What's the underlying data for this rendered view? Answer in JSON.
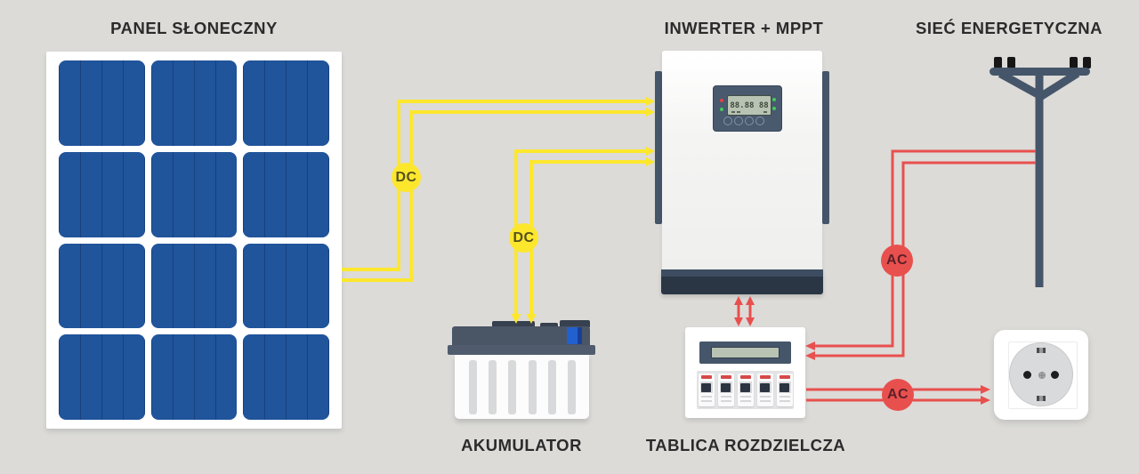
{
  "labels": {
    "panel": "PANEL SŁONECZNY",
    "inverter": "INWERTER + MPPT",
    "grid": "SIEĆ ENERGETYCZNA",
    "battery": "AKUMULATOR",
    "board": "TABLICA ROZDZIELCZA"
  },
  "badges": {
    "dc_panel_to_inverter": "DC",
    "dc_battery_to_inverter": "DC",
    "ac_grid_to_board": "AC",
    "ac_board_to_socket": "AC"
  },
  "inverter": {
    "display_digits": "88.88 88"
  },
  "colors": {
    "background": "#dcdbd8",
    "dc_wire_yellow": "#fde72d",
    "ac_wire_red": "#e8504e",
    "panel_cell_blue": "#20549b",
    "slate": "#46566a",
    "dark_slate": "#2b3645",
    "battery_terminal_blue": "#2260d0",
    "lcd_green": "#b9c3b3",
    "label_text": "#2b2b2b"
  }
}
